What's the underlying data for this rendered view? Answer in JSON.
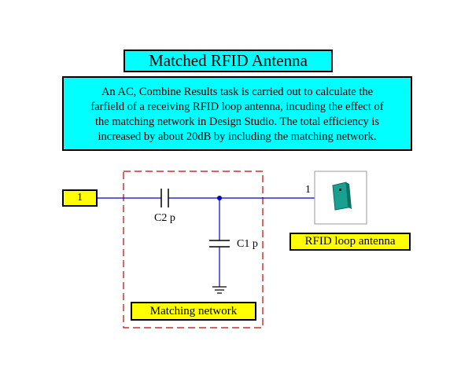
{
  "title": "Matched RFID Antenna",
  "description": [
    "An AC, Combine Results task is carried out to calculate the",
    "farfield of a receiving RFID loop antenna, incuding the effect of",
    "the matching network in Design Studio. The total efficiency is",
    "increased by about 20dB by including the matching network."
  ],
  "port_label": "1",
  "antenna_port_label": "1",
  "components": {
    "c2_label": "C2 p",
    "c1_label": "C1 p"
  },
  "antenna_label": "RFID loop antenna",
  "matching_network_label": "Matching network",
  "colors": {
    "box_fill": "#00ffff",
    "tag_fill": "#ffff00",
    "wire": "#0000cc",
    "dashed_border": "#cc0000",
    "antenna": "#1aa090"
  }
}
